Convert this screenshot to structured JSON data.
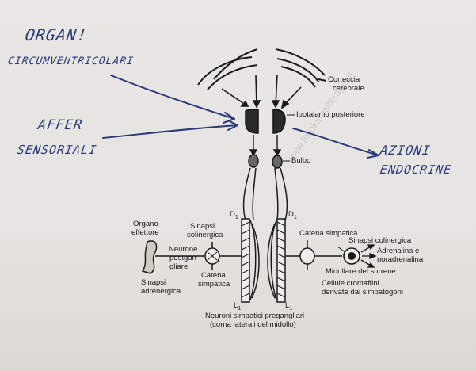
{
  "handwriting": {
    "line1": "ORGAN!",
    "line2": "CIRCUMVENTRICOLARI",
    "afferenze_1": "AFFER",
    "afferenze_2": "SENSORIALI",
    "azioni_1": "AZIONI",
    "azioni_2": "ENDOCRINE"
  },
  "labels": {
    "corteccia_1": "Corteccia",
    "corteccia_2": "cerebrale",
    "ipotalamo": "Ipotalamo posteriore",
    "bulbo": "Bulbo",
    "d1_left": "D",
    "d1_right": "D",
    "l1_left": "L",
    "l1_right": "L",
    "sub1": "1",
    "organo_1": "Organo",
    "organo_2": "effettore",
    "sinapsi_col_l1": "Sinapsi",
    "sinapsi_col_l2": "colinergica",
    "neurone_1": "Neurone",
    "neurone_2": "postgan-",
    "neurone_3": "gliare",
    "sinapsi_adr_1": "Sinapsi",
    "sinapsi_adr_2": "adrenergica",
    "catena_l1": "Catena",
    "catena_l2": "simpatica",
    "catena_r": "Catena simpatica",
    "sinapsi_col_r": "Sinapsi colinergica",
    "adrenalina_1": "Adrenalina e",
    "adrenalina_2": "noradrenalina",
    "midollare": "Midollare del surrene",
    "cellule_1": "Cellule cromaffini",
    "cellule_2": "derivate dai simpatogoni",
    "neuroni_1": "Neuroni simpatici pregangliari",
    "neuroni_2": "(corna laterali del midollo)"
  },
  "watermark": "www.fisiokinesiterapia.it",
  "colors": {
    "ink": "#1a1a1a",
    "pen": "#2a3b7a",
    "paper": "#e7e5e1"
  }
}
